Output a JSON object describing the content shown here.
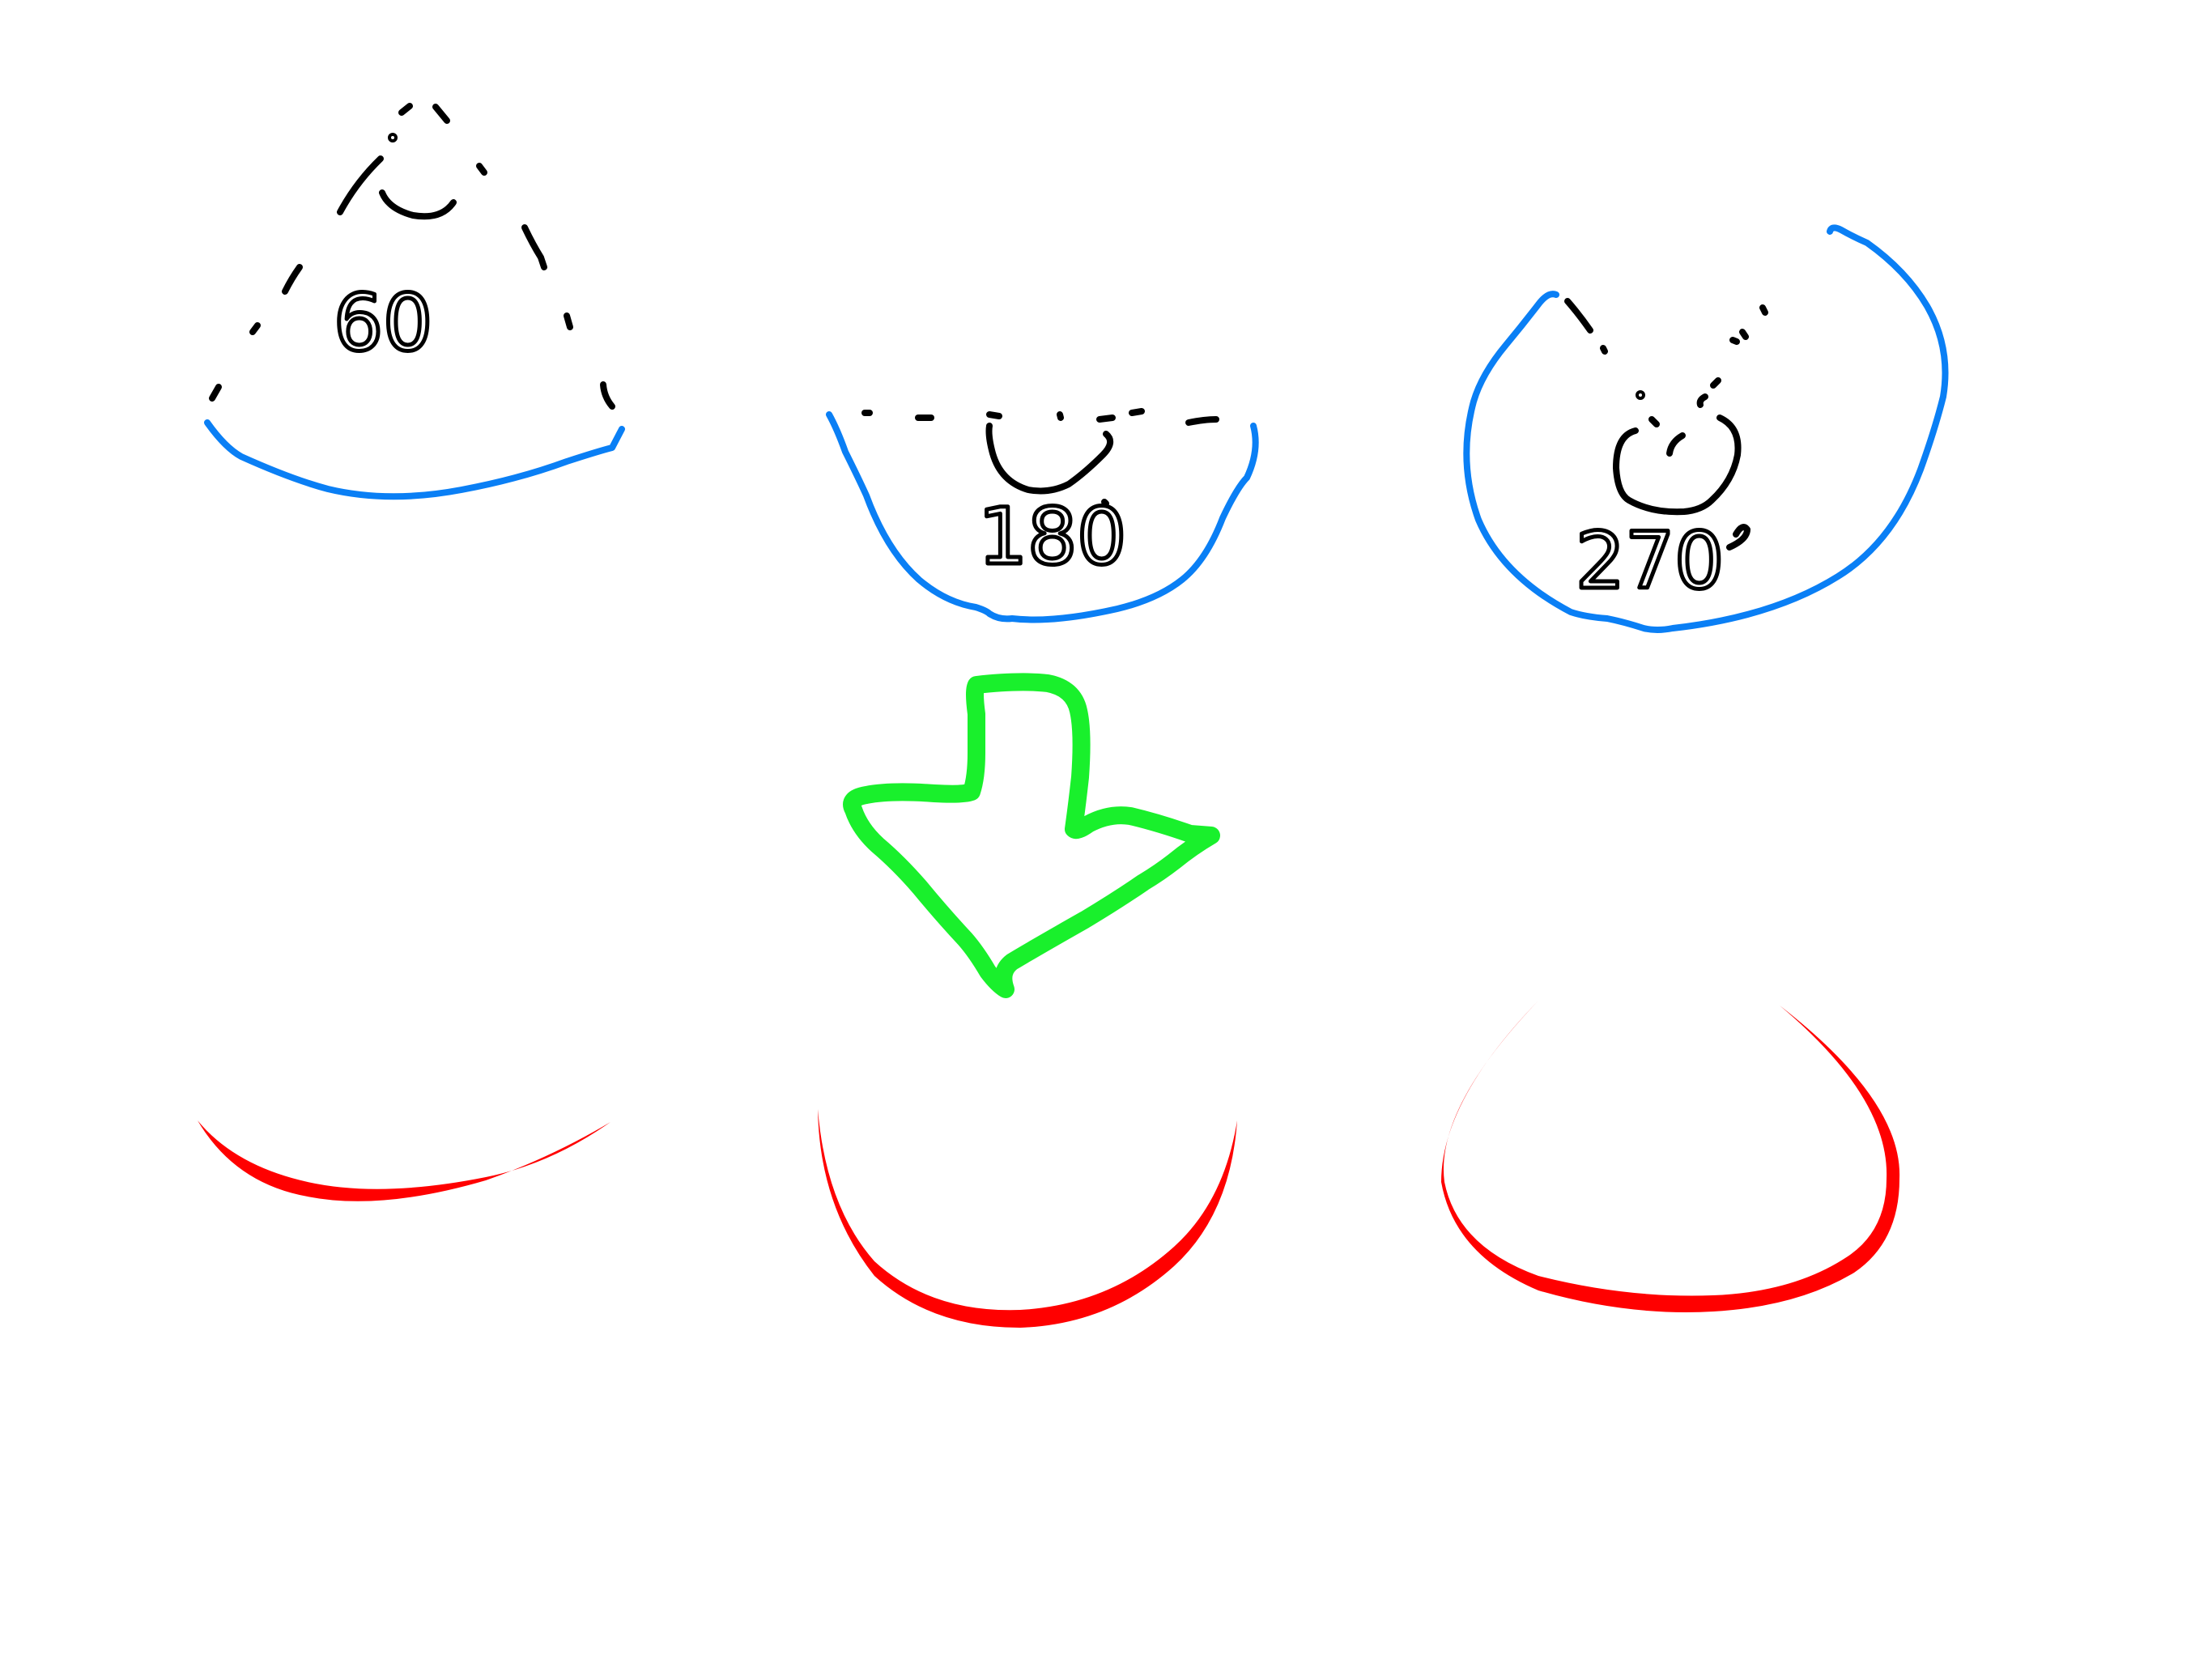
{
  "canvas": {
    "background": "#ffffff"
  },
  "colors": {
    "sketch": "#000000",
    "arc_blue": "#0a7ff5",
    "arrow_green": "#19f02c",
    "result_red": "#ff0000"
  },
  "angles": {
    "first": {
      "label": "60",
      "degrees": 60
    },
    "second": {
      "label": "180",
      "degrees": 180
    },
    "third": {
      "label": "270",
      "degrees": 270
    }
  },
  "arrow": {
    "direction": "down",
    "icon": "down-arrow-icon"
  }
}
